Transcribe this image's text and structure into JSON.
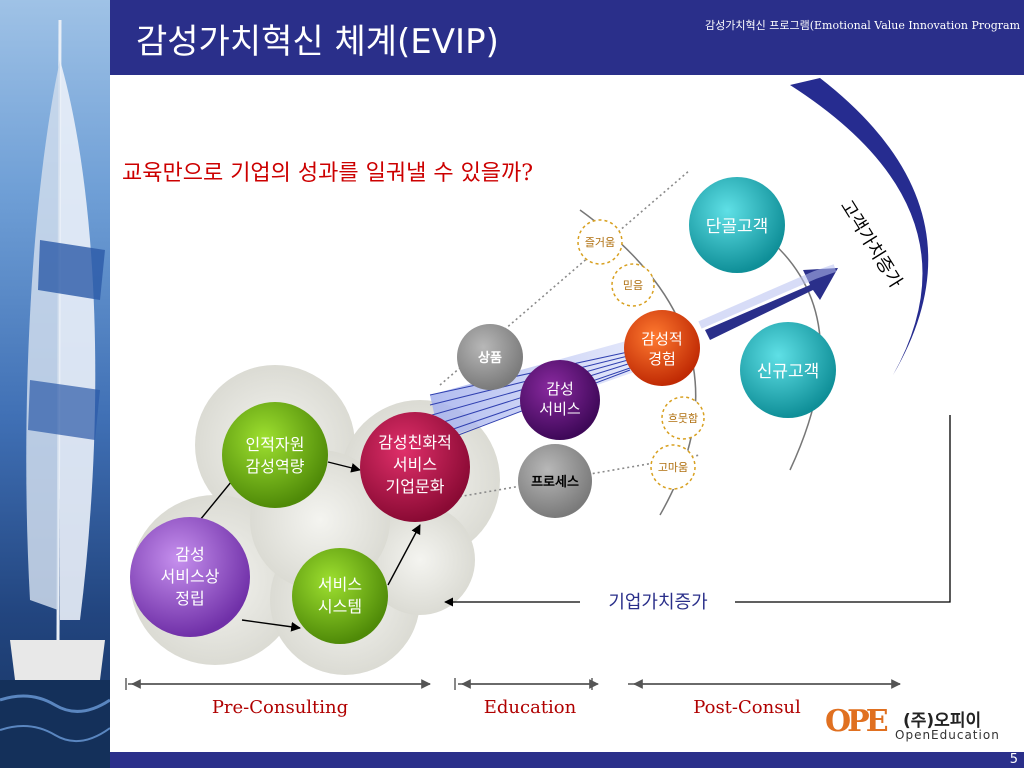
{
  "header": {
    "title": "감성가치혁신 체계(EVIP)",
    "program": "감성가치혁신 프로그램(Emotional Value Innovation Program"
  },
  "question": "교육만으로 기업의 성과를 일궈낼 수 있을까?",
  "nodes": {
    "resources": [
      "인적자원",
      "감성역량"
    ],
    "friendly": [
      "감성친화적",
      "서비스",
      "기업문화"
    ],
    "establish": [
      "감성",
      "서비스상",
      "정립"
    ],
    "system": [
      "서비스",
      "시스템"
    ],
    "product": "상품",
    "service": [
      "감성",
      "서비스"
    ],
    "process": "프로세스",
    "experience": [
      "감성적",
      "경험"
    ],
    "loyal": "단골고객",
    "new": "신규고객"
  },
  "emotions": [
    "즐거움",
    "믿음",
    "흐뭇함",
    "고마움"
  ],
  "customer_value_label": "고객가치증가",
  "enterprise_value_label": "기업가치증가",
  "phases": [
    "Pre-Consulting",
    "Education",
    "Post-Consul"
  ],
  "logo": {
    "mark": "OPE",
    "korean": "(주)오피이",
    "english": "OpenEducation"
  },
  "page_number": "5",
  "colors": {
    "banner": "#2a2f8a",
    "question_red": "#cc0000",
    "teal": "#1aa0a8",
    "magenta": "#b0104a",
    "green": "#6aaa10",
    "violet": "#9050c8",
    "orange_red": "#e84a10",
    "arrow_navy": "#2a2f8a"
  }
}
